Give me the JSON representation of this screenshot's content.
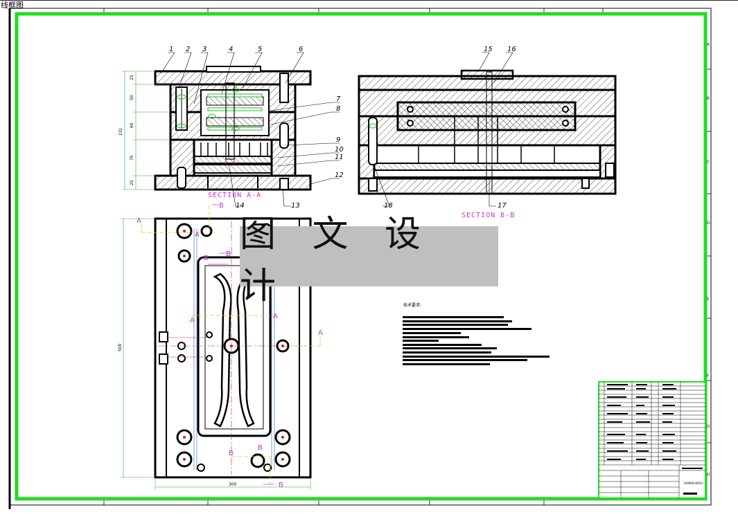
{
  "window": {
    "tab_title": "线框图"
  },
  "watermark": {
    "text": "图 文 设 计"
  },
  "drawing": {
    "section_aa": "SECTION A-A",
    "section_bb": "SECTION B-B",
    "callouts_top_left": [
      "1",
      "2",
      "3",
      "4",
      "5",
      "6"
    ],
    "callouts_right_left": [
      "7",
      "8",
      "9",
      "10",
      "11",
      "12"
    ],
    "callouts_bottom_left": [
      "14",
      "13"
    ],
    "callouts_top_right": [
      "15",
      "16"
    ],
    "callouts_bottom_right": [
      "18",
      "17"
    ],
    "dims_vertical": [
      "25",
      "50",
      "60",
      "70",
      "25"
    ],
    "dim_total_height": "231",
    "dim_plan_height": "500",
    "dim_plan_width": "300",
    "view_letters": {
      "a": "A",
      "b": "B"
    },
    "notes_title": "技术要求:",
    "zone_letters_right": [
      "A",
      "B",
      "C",
      "D",
      "E",
      "F",
      "G",
      "H"
    ],
    "title_block": {
      "drawing_no": "14089634654",
      "rows": [
        "18",
        "17",
        "16",
        "15",
        "14",
        "13",
        "12",
        "11",
        "10",
        "9",
        "8",
        "7",
        "6",
        "5",
        "4",
        "3",
        "2",
        "1"
      ]
    }
  },
  "colors": {
    "frame": "#22dd22",
    "section_label": "#cc33cc",
    "center_line": "#cc2222",
    "watermark_bg": "#bfbfbf"
  }
}
